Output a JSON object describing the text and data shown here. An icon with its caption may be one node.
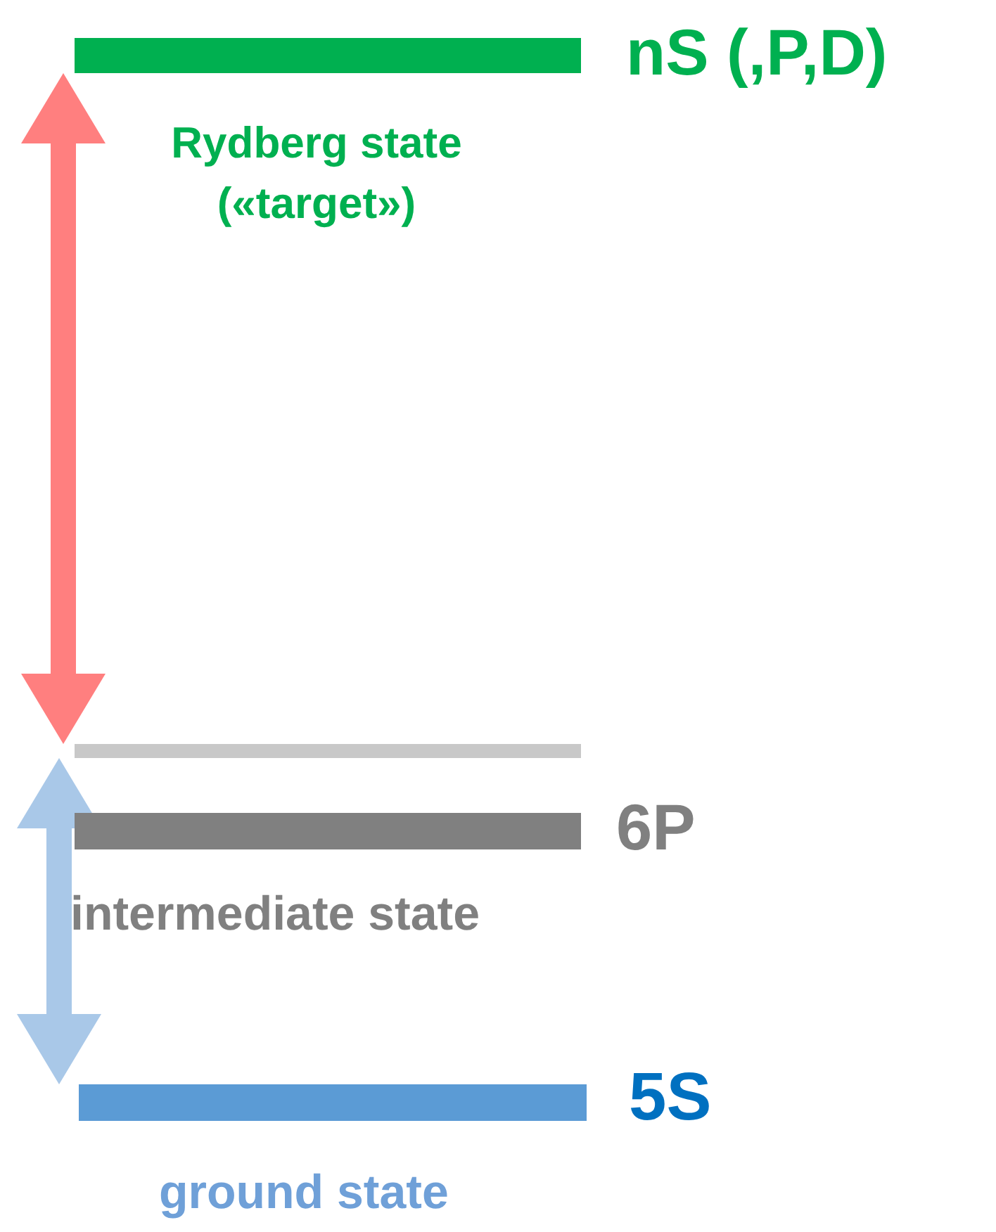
{
  "diagram": {
    "nodes": [
      {
        "text": [
          "nS (,P,D)",
          "Rydberg state («target»)"
        ]
      },
      {
        "text": [],
        "shape": "bar"
      },
      {
        "text": [
          "6P",
          "intermediate state"
        ]
      },
      {
        "text": [
          "5S",
          "ground state"
        ]
      }
    ],
    "edges": [
      {
        "from": 1,
        "to": 0,
        "arrow": "both",
        "color": "#ff7f7f"
      },
      {
        "from": 3,
        "to": 1,
        "arrow": "both",
        "color": "#a9c8e8"
      }
    ]
  }
}
